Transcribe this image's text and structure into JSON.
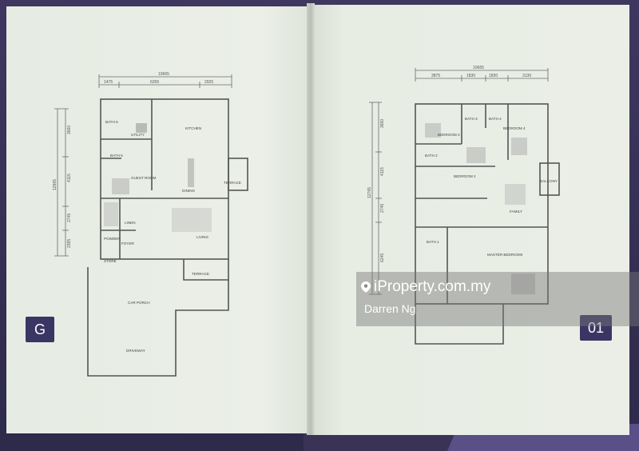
{
  "left_page": {
    "floor_badge": "G",
    "overall_dimension": "10665",
    "top_dimensions": [
      "1475",
      "6265",
      "2925"
    ],
    "side_dimensions": [
      "3660",
      "4115",
      "12965",
      "2745",
      "2395"
    ],
    "rooms": [
      "BATH 6",
      "UTILITY",
      "KITCHEN",
      "BATH 5",
      "GUEST ROOM",
      "DINING",
      "TERRACE",
      "LINEN",
      "POWDER",
      "FOYER",
      "LIVING",
      "STORE",
      "TERRACE",
      "CAR PORCH",
      "DRIVEWAY"
    ]
  },
  "right_page": {
    "floor_badge": "01",
    "overall_dimension": "10665",
    "top_dimensions": [
      "3875",
      "1830",
      "1830",
      "3130"
    ],
    "side_dimensions": [
      "3660",
      "4115",
      "12765",
      "2745",
      "6245"
    ],
    "rooms": [
      "BATH 3",
      "BATH 4",
      "BEDROOM 3",
      "BEDROOM 4",
      "BATH 2",
      "BEDROOM 2",
      "BALCONY",
      "FAMILY",
      "BATH 1",
      "MASTER BEDROOM"
    ]
  },
  "watermark": {
    "brand": "iProperty.com.my",
    "agent": "Darren Ng"
  },
  "colors": {
    "cover": "#3a3350",
    "paper": "#e9eee6",
    "badge": "#3b3563",
    "plan_line": "#6a6a6a"
  }
}
